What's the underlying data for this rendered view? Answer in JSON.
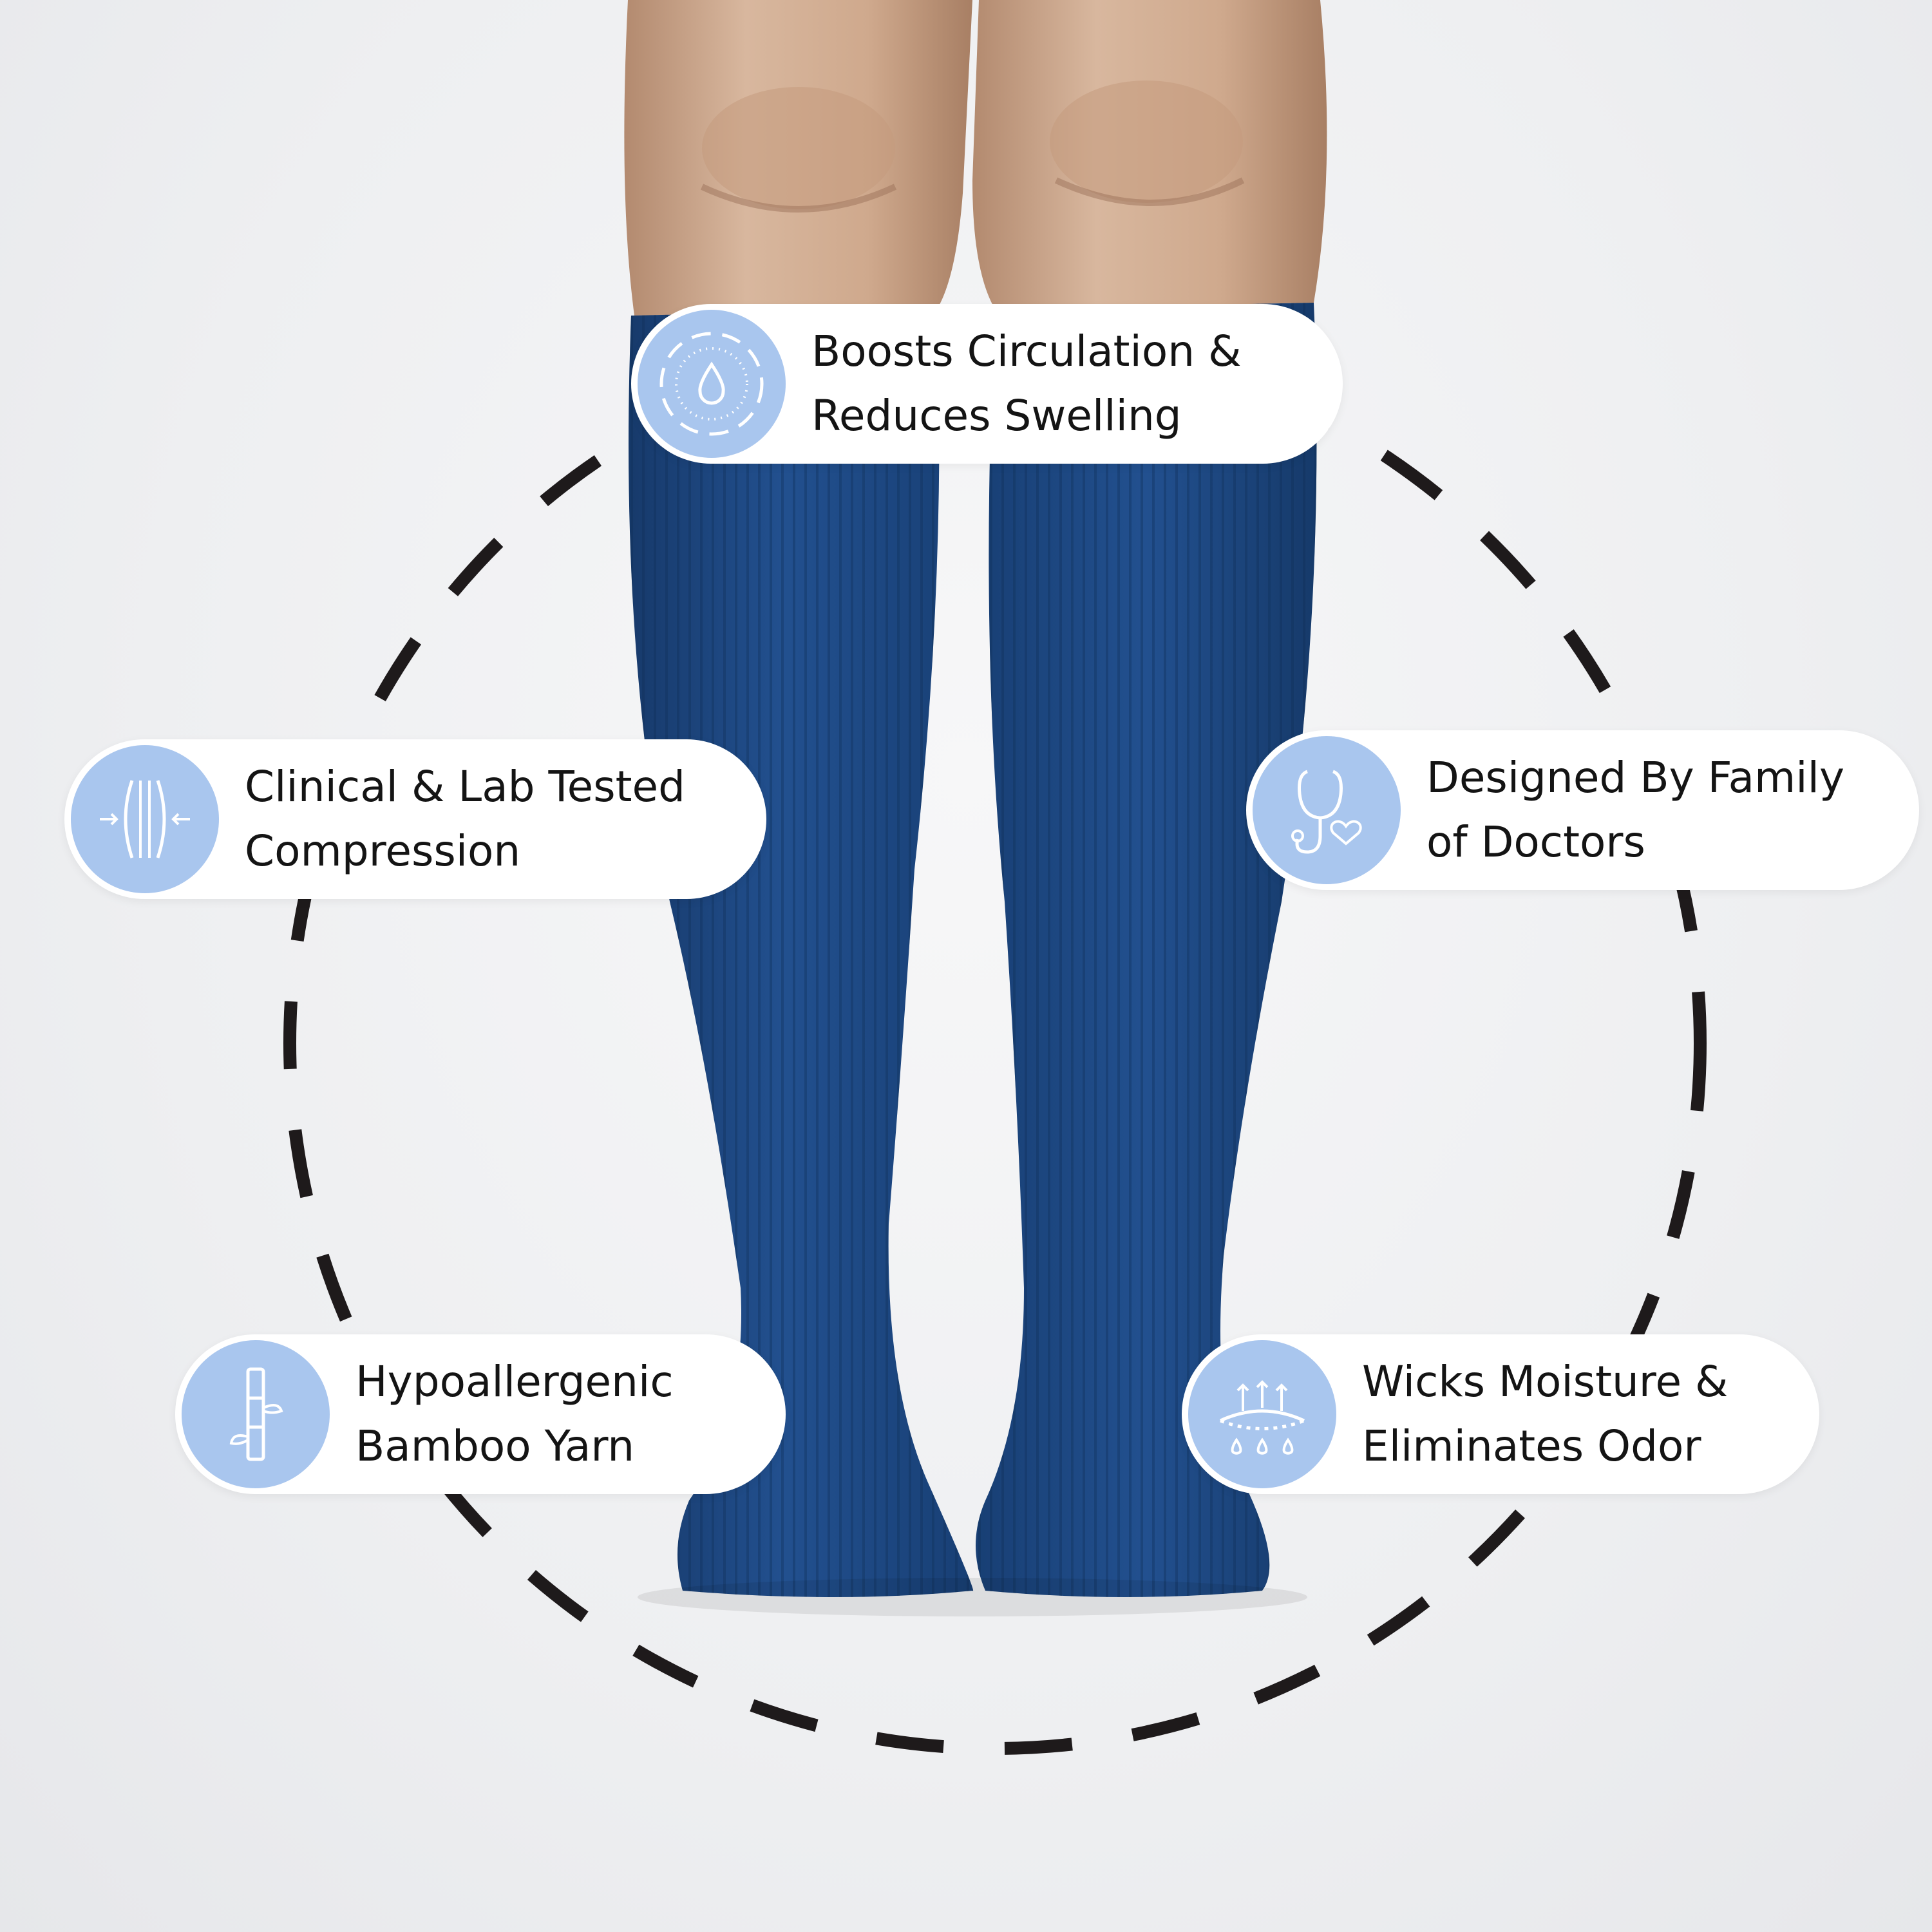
{
  "colors": {
    "sock": "#1f4a86",
    "icon_bg": "#a9c6ee",
    "badge_bg": "#ffffff",
    "text": "#141414",
    "ring": "#1e1a1b"
  },
  "features": [
    {
      "icon": "circulation-droplet-icon",
      "line1": "Boosts Circulation &",
      "line2": "Reduces Swelling"
    },
    {
      "icon": "compression-icon",
      "line1": "Clinical & Lab Tested",
      "line2": "Compression"
    },
    {
      "icon": "stethoscope-icon",
      "line1": "Designed By Family",
      "line2": "of Doctors"
    },
    {
      "icon": "bamboo-icon",
      "line1": "Hypoallergenic",
      "line2": "Bamboo Yarn"
    },
    {
      "icon": "moisture-wicking-icon",
      "line1": "Wicks Moisture &",
      "line2": "Eliminates Odor"
    }
  ]
}
